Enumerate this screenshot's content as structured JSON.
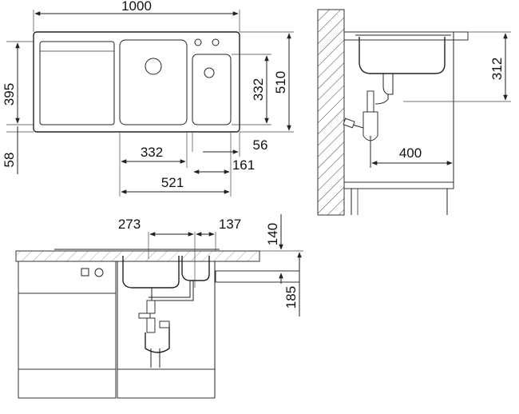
{
  "top_view": {
    "width": "1000",
    "depth": "510",
    "left_height": "395",
    "bowl_depth": "332",
    "front_offset": "58",
    "main_bowl_width": "332",
    "right_margin": "56",
    "small_bowl_width": "161",
    "bowls_span": "521"
  },
  "side_view": {
    "bowl_height": "312",
    "drain_offset": "400"
  },
  "front_view": {
    "main_bowl_width": "273",
    "small_bowl_width": "137",
    "main_bowl_depth": "140",
    "small_bowl_depth": "185"
  }
}
